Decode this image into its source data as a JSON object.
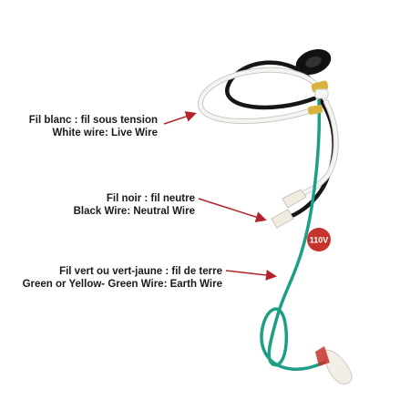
{
  "labels": {
    "white": {
      "fr": "Fil blanc : fil sous tension",
      "en": "White wire: Live Wire"
    },
    "black": {
      "fr": "Fil noir : fil neutre",
      "en": "Black Wire: Neutral Wire"
    },
    "green": {
      "fr": "Fil vert ou vert-jaune : fil de terre",
      "en": "Green or Yellow- Green Wire: Earth Wire"
    }
  },
  "badge": {
    "text": "110V",
    "color": "#c6332a"
  },
  "colors": {
    "arrow": "#b3232a",
    "white_wire": "#f4f4f2",
    "black_wire": "#161616",
    "green_wire": "#1f9e86",
    "grommet": "#111111"
  }
}
